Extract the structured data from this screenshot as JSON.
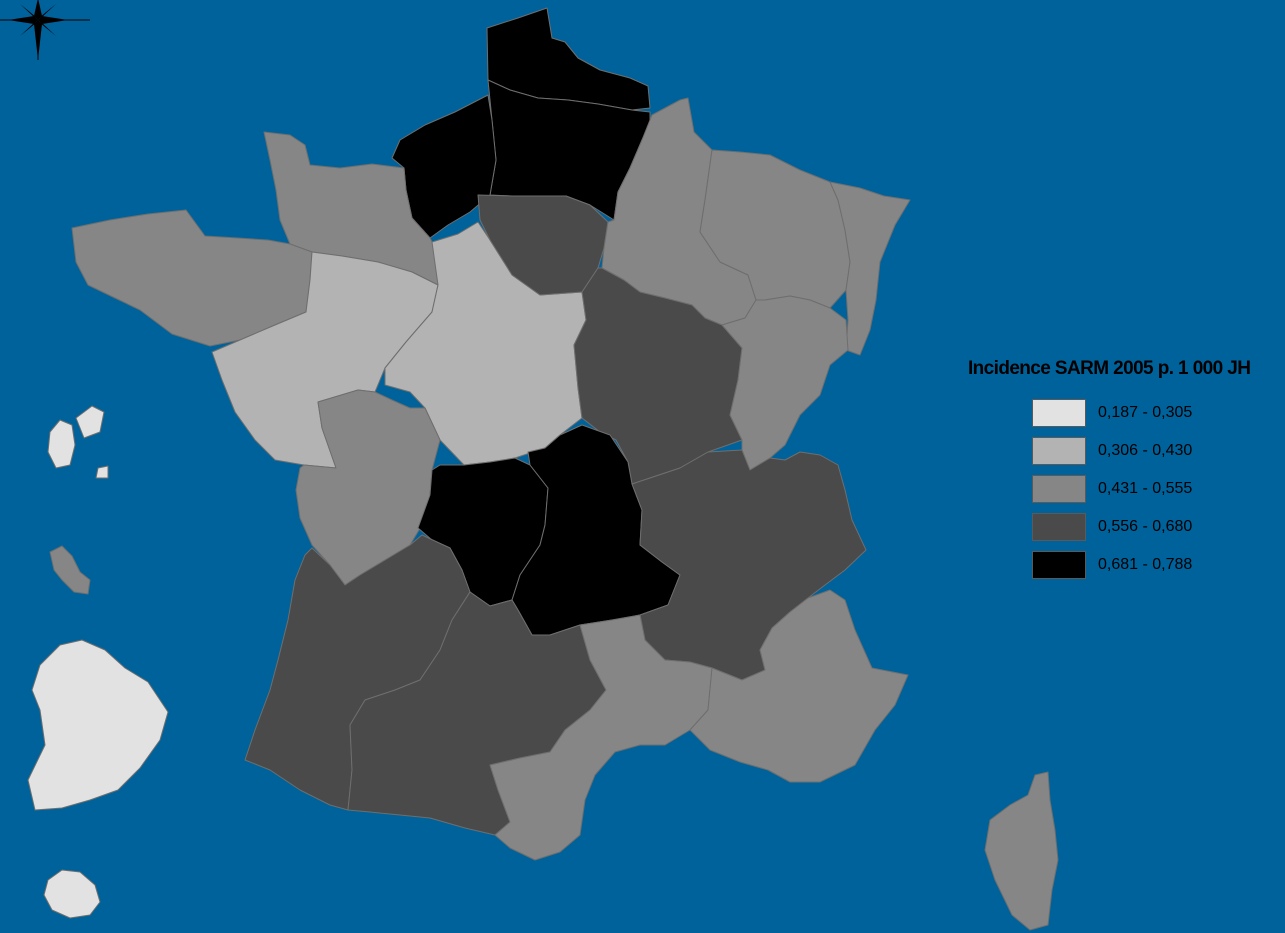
{
  "legend": {
    "title": "Incidence SARM 2005 p. 1 000 JH",
    "classes": [
      {
        "label": "0,187 - 0,305",
        "color": "#e2e2e2"
      },
      {
        "label": "0,306 - 0,430",
        "color": "#b3b3b3"
      },
      {
        "label": "0,431 - 0,555",
        "color": "#868686"
      },
      {
        "label": "0,556 - 0,680",
        "color": "#4a4a4a"
      },
      {
        "label": "0,681 - 0,788",
        "color": "#000000"
      }
    ]
  },
  "colors": {
    "sea": "#00629b",
    "border": "#6e6e6e"
  },
  "regions": [
    {
      "name": "Nord-Pas-de-Calais",
      "class": 4
    },
    {
      "name": "Picardie",
      "class": 4
    },
    {
      "name": "Haute-Normandie",
      "class": 4
    },
    {
      "name": "Basse-Normandie",
      "class": 2
    },
    {
      "name": "Bretagne",
      "class": 2
    },
    {
      "name": "Pays de la Loire",
      "class": 1
    },
    {
      "name": "Centre",
      "class": 1
    },
    {
      "name": "Ile-de-France",
      "class": 3
    },
    {
      "name": "Champagne-Ardenne",
      "class": 2
    },
    {
      "name": "Lorraine",
      "class": 2
    },
    {
      "name": "Alsace",
      "class": 2
    },
    {
      "name": "Bourgogne",
      "class": 3
    },
    {
      "name": "Franche-Comte",
      "class": 2
    },
    {
      "name": "Poitou-Charentes",
      "class": 2
    },
    {
      "name": "Limousin",
      "class": 4
    },
    {
      "name": "Auvergne",
      "class": 4
    },
    {
      "name": "Rhone-Alpes",
      "class": 3
    },
    {
      "name": "Aquitaine",
      "class": 3
    },
    {
      "name": "Midi-Pyrenees",
      "class": 3
    },
    {
      "name": "Languedoc-Roussillon",
      "class": 2
    },
    {
      "name": "Provence-Alpes-Cote d'Azur",
      "class": 2
    },
    {
      "name": "Corse",
      "class": 2
    },
    {
      "name": "Guadeloupe",
      "class": 0
    },
    {
      "name": "Martinique",
      "class": 2
    },
    {
      "name": "Guyane",
      "class": 0
    },
    {
      "name": "Reunion",
      "class": 0
    }
  ]
}
